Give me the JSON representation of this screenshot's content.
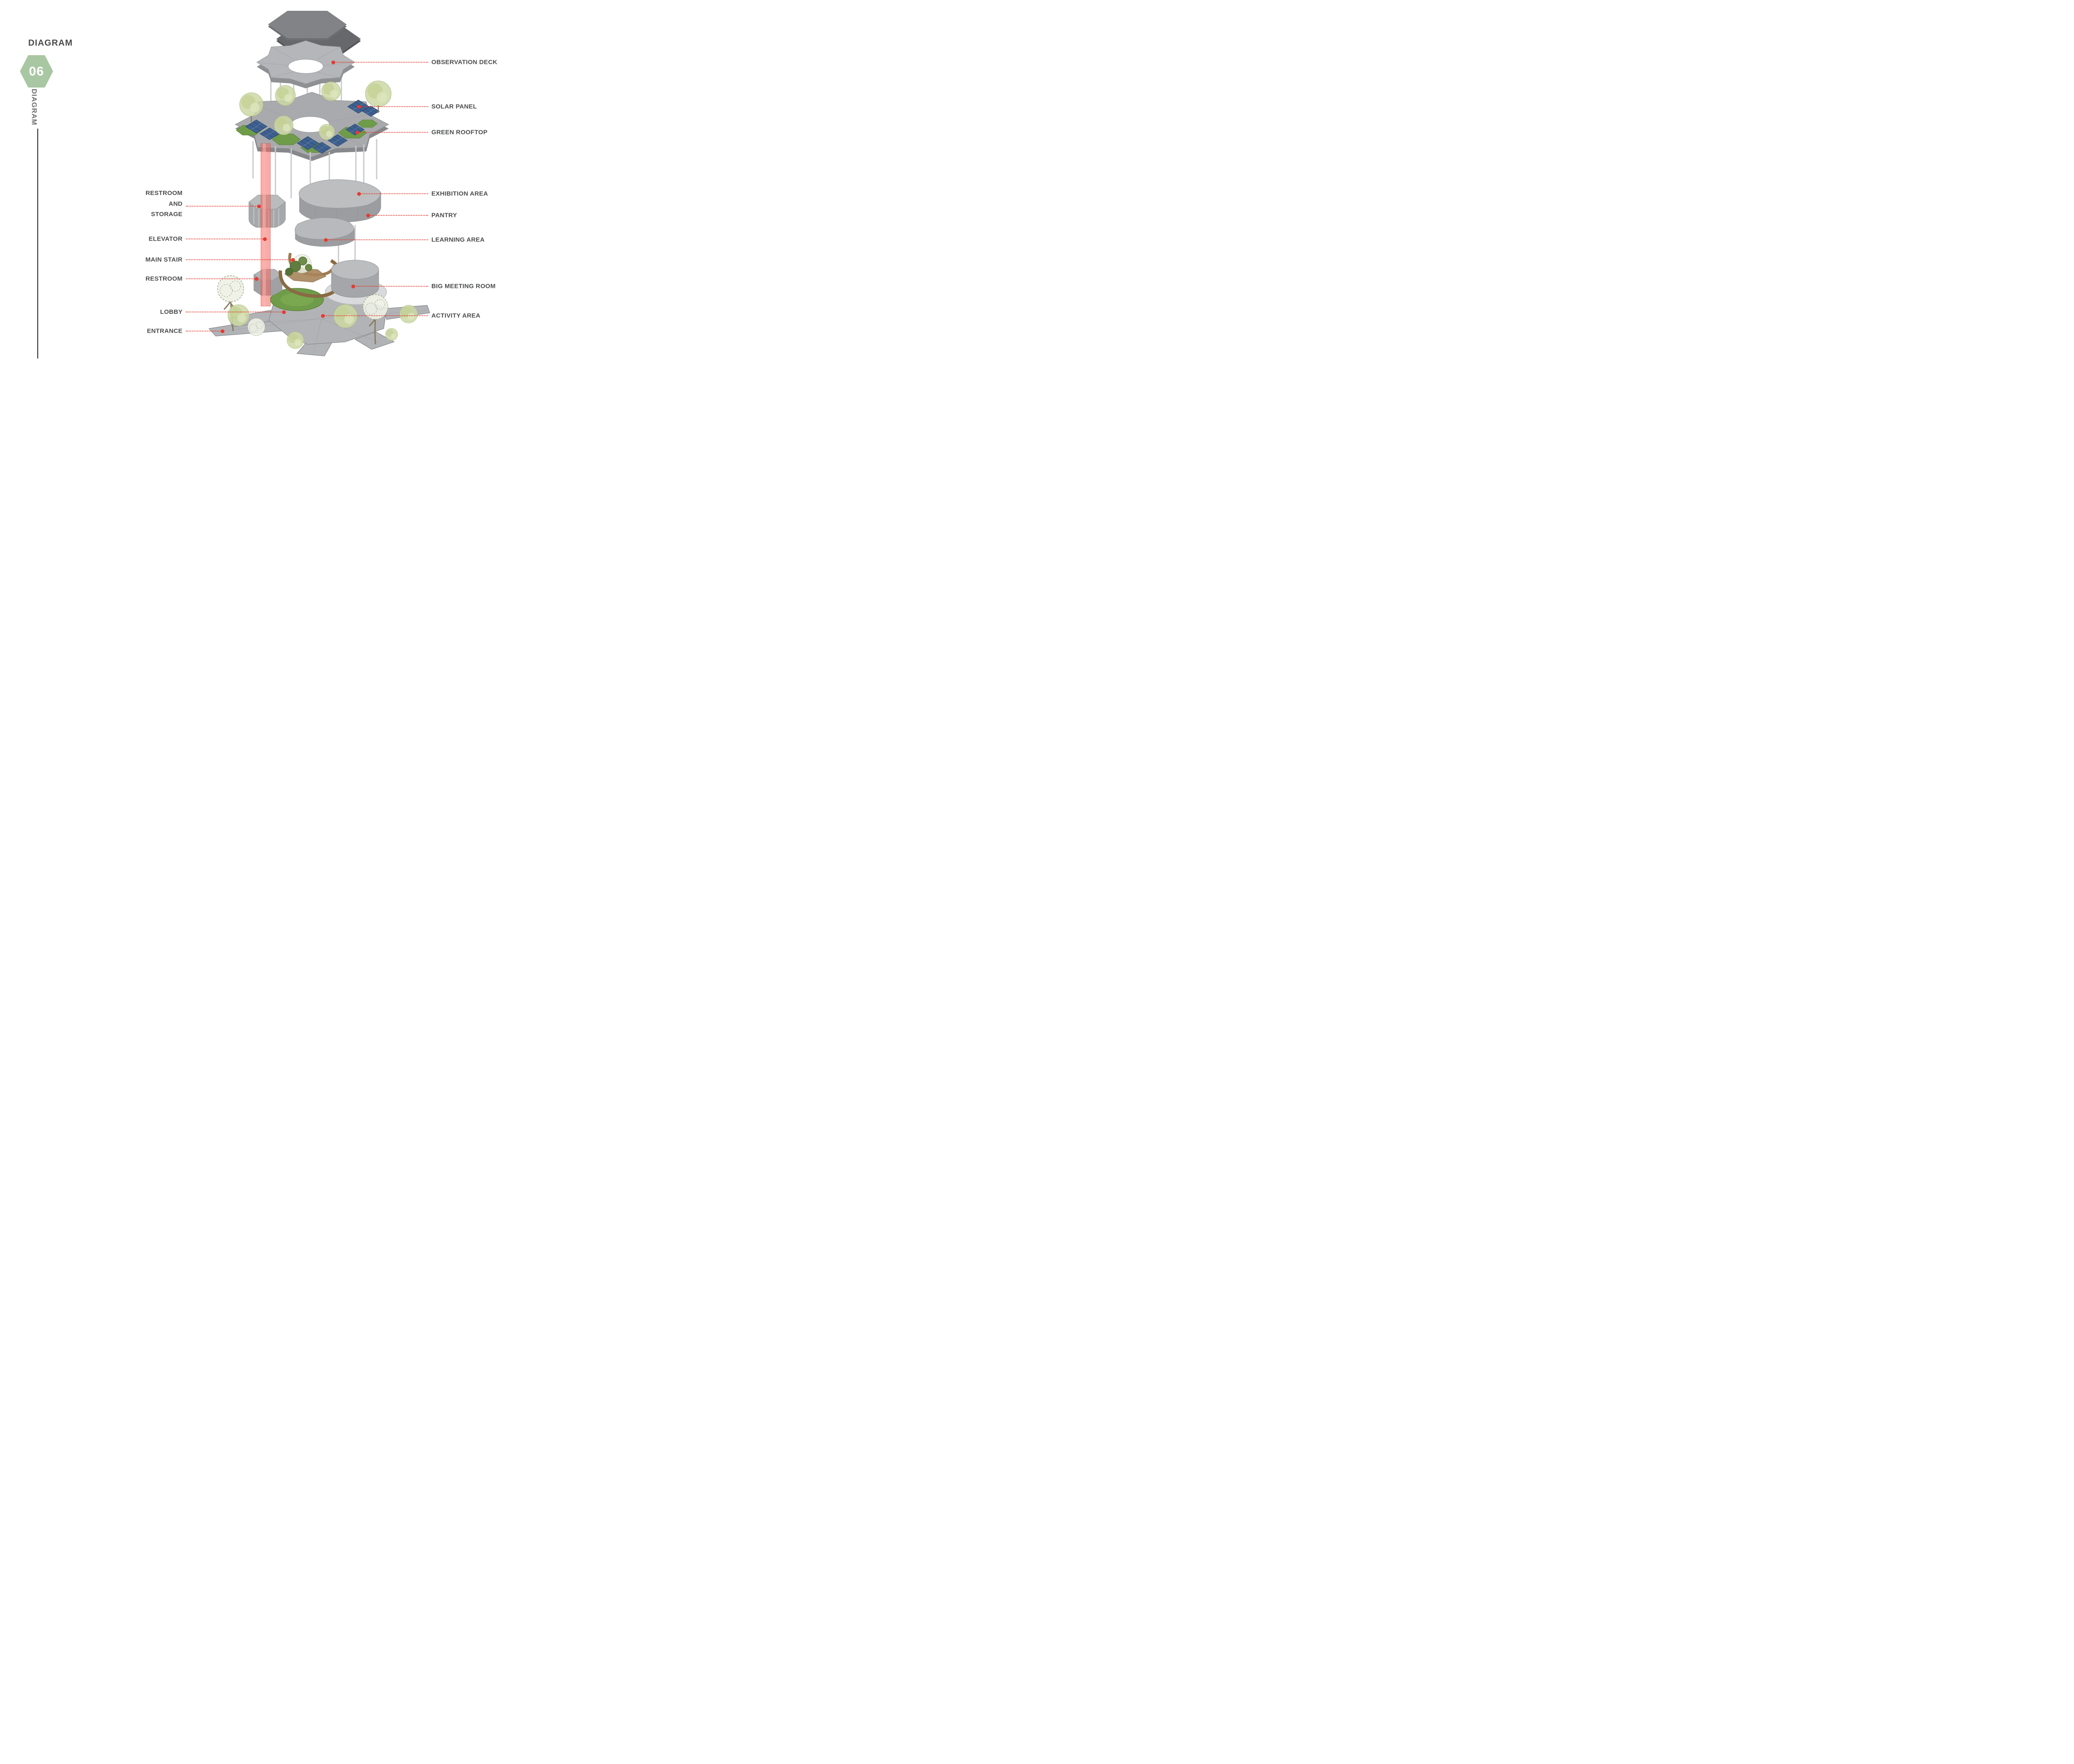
{
  "header": {
    "title": "DIAGRAM",
    "badge_number": "06",
    "vertical_title": "DIAGRAM"
  },
  "colors": {
    "accent_red": "#e8392f",
    "badge_green": "#a9c7a2",
    "label_text": "#4b4c4e",
    "elevator_red": "#ef6a63",
    "lawn_green": "#6f9c49",
    "solar_blue": "#3e6191"
  },
  "labels": {
    "right": [
      {
        "text": "OBSERVATION DECK"
      },
      {
        "text": "SOLAR PANEL"
      },
      {
        "text": "GREEN ROOFTOP"
      },
      {
        "text": "EXHIBITION AREA"
      },
      {
        "text": "PANTRY"
      },
      {
        "text": "LEARNING AREA"
      },
      {
        "text": "BIG MEETING ROOM"
      },
      {
        "text": "ACTIVITY AREA"
      }
    ],
    "left": [
      {
        "text": "RESTROOM AND STORAGE"
      },
      {
        "text": "ELEVATOR"
      },
      {
        "text": "MAIN STAIR"
      },
      {
        "text": "RESTROOM"
      },
      {
        "text": "LOBBY"
      },
      {
        "text": "ENTRANCE"
      }
    ]
  }
}
